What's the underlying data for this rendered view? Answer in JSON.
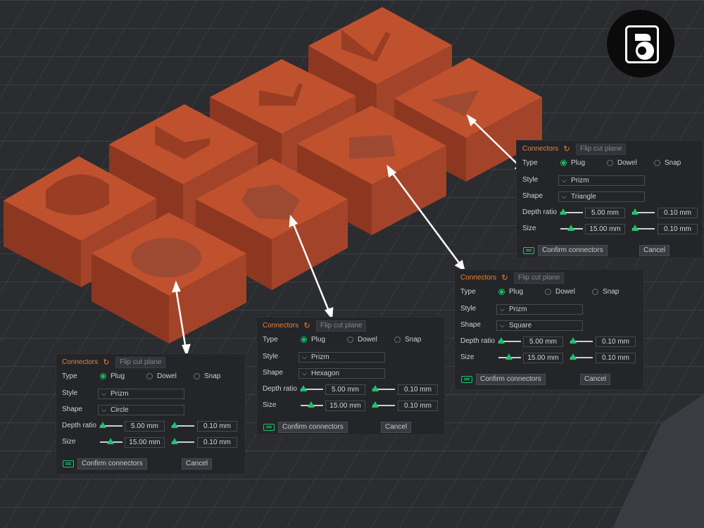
{
  "colors": {
    "accent": "#e8833a",
    "check": "#17c56a",
    "panel_bg": "#242528",
    "block": "#b8492c"
  },
  "panels": [
    {
      "title": "Connectors",
      "flip": "Flip cut plane",
      "type_label": "Type",
      "types": [
        "Plug",
        "Dowel",
        "Snap"
      ],
      "selected_type": "Plug",
      "style_label": "Style",
      "style": "Prizm",
      "shape_label": "Shape",
      "shape": "Circle",
      "depth_label": "Depth ratio",
      "depth_value": "5.00  mm",
      "depth_tol": "0.10  mm",
      "size_label": "Size",
      "size_value": "15.00  mm",
      "size_tol": "0.10  mm",
      "confirm": "Confirm connectors",
      "cancel": "Cancel"
    },
    {
      "title": "Connectors",
      "flip": "Flip cut plane",
      "type_label": "Type",
      "types": [
        "Plug",
        "Dowel",
        "Snap"
      ],
      "selected_type": "Plug",
      "style_label": "Style",
      "style": "Prizm",
      "shape_label": "Shape",
      "shape": "Hexagon",
      "depth_label": "Depth ratio",
      "depth_value": "5.00  mm",
      "depth_tol": "0.10  mm",
      "size_label": "Size",
      "size_value": "15.00  mm",
      "size_tol": "0.10  mm",
      "confirm": "Confirm connectors",
      "cancel": "Cancel"
    },
    {
      "title": "Connectors",
      "flip": "Flip cut plane",
      "type_label": "Type",
      "types": [
        "Plug",
        "Dowel",
        "Snap"
      ],
      "selected_type": "Plug",
      "style_label": "Style",
      "style": "Prizm",
      "shape_label": "Shape",
      "shape": "Square",
      "depth_label": "Depth ratio",
      "depth_value": "5.00  mm",
      "depth_tol": "0.10  mm",
      "size_label": "Size",
      "size_value": "15.00  mm",
      "size_tol": "0.10  mm",
      "confirm": "Confirm connectors",
      "cancel": "Cancel"
    },
    {
      "title": "Connectors",
      "flip": "Flip cut plane",
      "type_label": "Type",
      "types": [
        "Plug",
        "Dowel",
        "Snap"
      ],
      "selected_type": "Plug",
      "style_label": "Style",
      "style": "Prizm",
      "shape_label": "Shape",
      "shape": "Triangle",
      "depth_label": "Depth ratio",
      "depth_value": "5.00  mm",
      "depth_tol": "0.10  mm",
      "size_label": "Size",
      "size_value": "15.00  mm",
      "size_tol": "0.10  mm",
      "confirm": "Confirm connectors",
      "cancel": "Cancel"
    }
  ],
  "icons": {
    "reset": "reset-icon",
    "chevron": "chevron-down-icon",
    "keyboard": "keyboard-icon",
    "logo": "brand-logo"
  }
}
